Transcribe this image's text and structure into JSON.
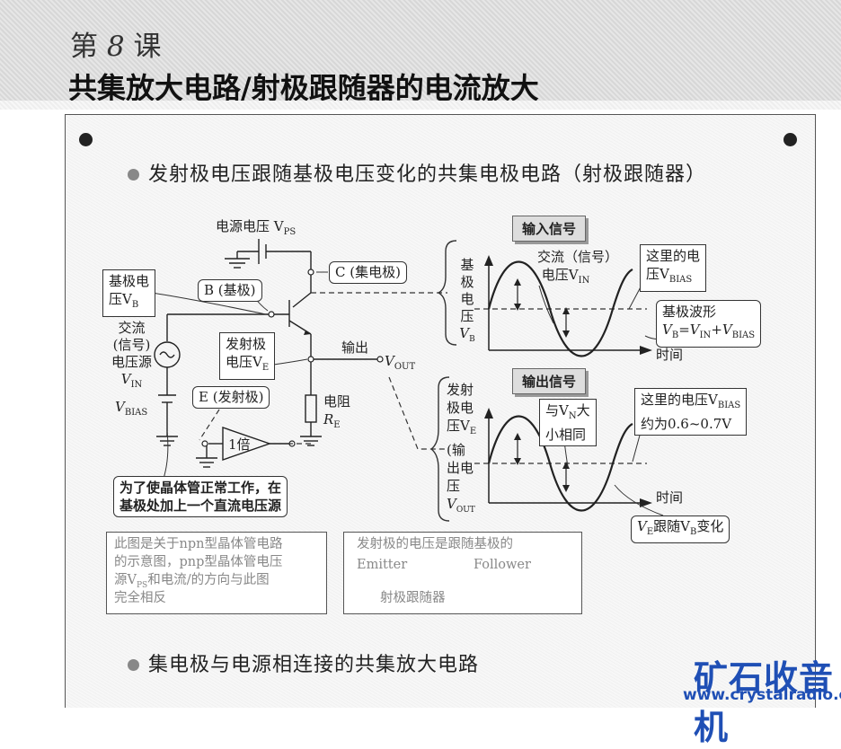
{
  "header": {
    "lesson_prefix": "第",
    "lesson_number": "8",
    "lesson_suffix": "课",
    "title": "共集放大电路/射极跟随器的电流放大"
  },
  "section1": {
    "heading": "发射极电压跟随基极电压变化的共集电极电路（射极跟随器）"
  },
  "circuit": {
    "supply_label": "电源电压 V",
    "supply_sub": "PS",
    "collector_label": "C (集电极)",
    "base_voltage_line1": "基极电",
    "base_voltage_line2": "压V",
    "base_voltage_sub": "B",
    "base_label": "B (基极)",
    "ac_source_line1": "交流",
    "ac_source_line2": "(信号)",
    "ac_source_line3": "电压源",
    "vin_label": "V",
    "vin_sub": "IN",
    "vbias_label": "V",
    "vbias_sub": "BIAS",
    "emitter_voltage_line1": "发射极",
    "emitter_voltage_line2": "电压V",
    "emitter_voltage_sub": "E",
    "output_label": "输出",
    "vout_label": "V",
    "vout_sub": "OUT",
    "emitter_label": "E (发射极)",
    "resistor_line1": "电阻",
    "resistor_label": "R",
    "resistor_sub": "E",
    "buffer_label": "1倍",
    "bias_note_line1": "为了使晶体管正常工作，在",
    "bias_note_line2": "基极处加上一个直流电压源"
  },
  "input_wave": {
    "title": "输入信号",
    "axis_chars": [
      "基",
      "极",
      "电",
      "压"
    ],
    "axis_var": "V",
    "axis_sub": "B",
    "ac_line1": "交流（信号）",
    "ac_line2": "电压V",
    "ac_sub": "IN",
    "bias_line1": "这里的电",
    "bias_line2": "压V",
    "bias_sub": "BIAS",
    "waveform_line1": "基极波形",
    "waveform_line2": "V",
    "waveform_sub1": "B",
    "waveform_mid": "=V",
    "waveform_sub2": "IN",
    "waveform_plus": "+V",
    "waveform_sub3": "BIAS",
    "time_label": "时间"
  },
  "output_wave": {
    "title": "输出信号",
    "axis_line1": "发射",
    "axis_line2": "极电",
    "axis_line3": "压V",
    "axis_line3_sub": "E",
    "axis_line4": "(输",
    "axis_line5": "出电",
    "axis_line6": "压",
    "axis_line7": "V",
    "axis_line7_sub": "OUT",
    "same_line1": "与V",
    "same_sub": "N",
    "same_line1b": "大",
    "same_line2": "小相同",
    "bias_line1": "这里的电压V",
    "bias_sub": "BIAS",
    "bias_line2": "约为0.6~0.7V",
    "time_label": "时间",
    "follow_label_a": "V",
    "follow_sub_a": "E",
    "follow_mid": "跟随V",
    "follow_sub_b": "B",
    "follow_end": "变化"
  },
  "notes": {
    "npn_line1": "此图是关于npn型晶体管电路",
    "npn_line2": "的示意图，pnp型晶体管电压",
    "npn_line3a": "源V",
    "npn_line3_sub": "PS",
    "npn_line3b": "和电流/的方向与此图",
    "npn_line4": "完全相反",
    "follower_line1": "发射极的电压是跟随基极的",
    "emitter_word": "Emitter",
    "follower_word": "Follower",
    "follower_cn": "射极跟随器"
  },
  "section2": {
    "heading": "集电极与电源相连接的共集放大电路"
  },
  "watermark": {
    "logo": "矿石收音机",
    "url": "www.crystalradio.cn"
  }
}
